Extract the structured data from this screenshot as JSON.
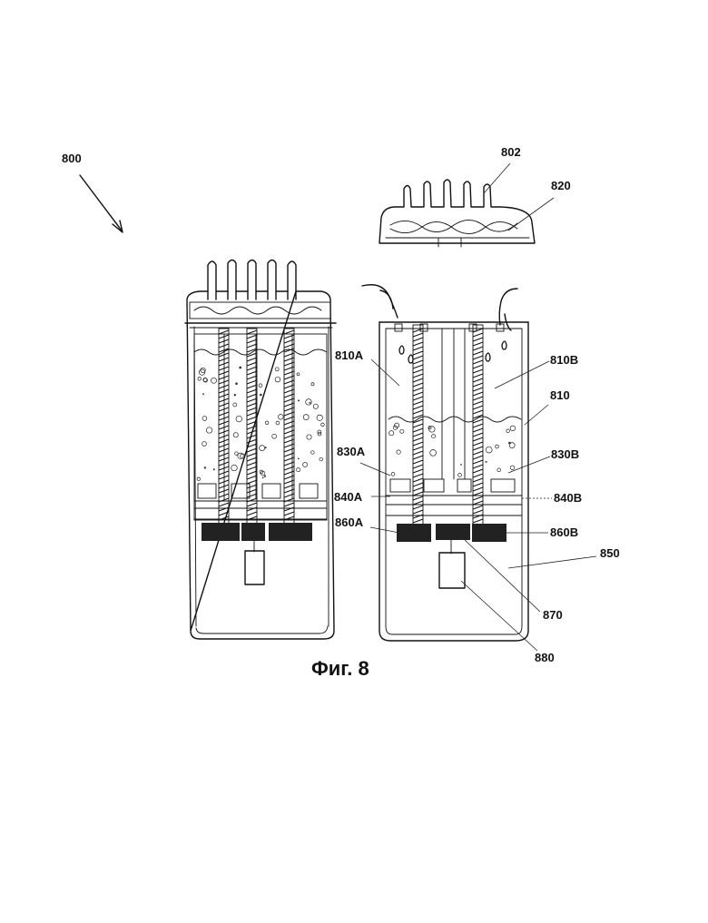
{
  "figure": {
    "caption": "Фиг. 8",
    "labels": {
      "l800": "800",
      "l802": "802",
      "l820": "820",
      "l810A": "810A",
      "l810B": "810B",
      "l810": "810",
      "l830A": "830A",
      "l830B": "830B",
      "l840A": "840A",
      "l840B": "840B",
      "l860A": "860A",
      "l860B": "860B",
      "l850": "850",
      "l870": "870",
      "l880": "880"
    }
  }
}
